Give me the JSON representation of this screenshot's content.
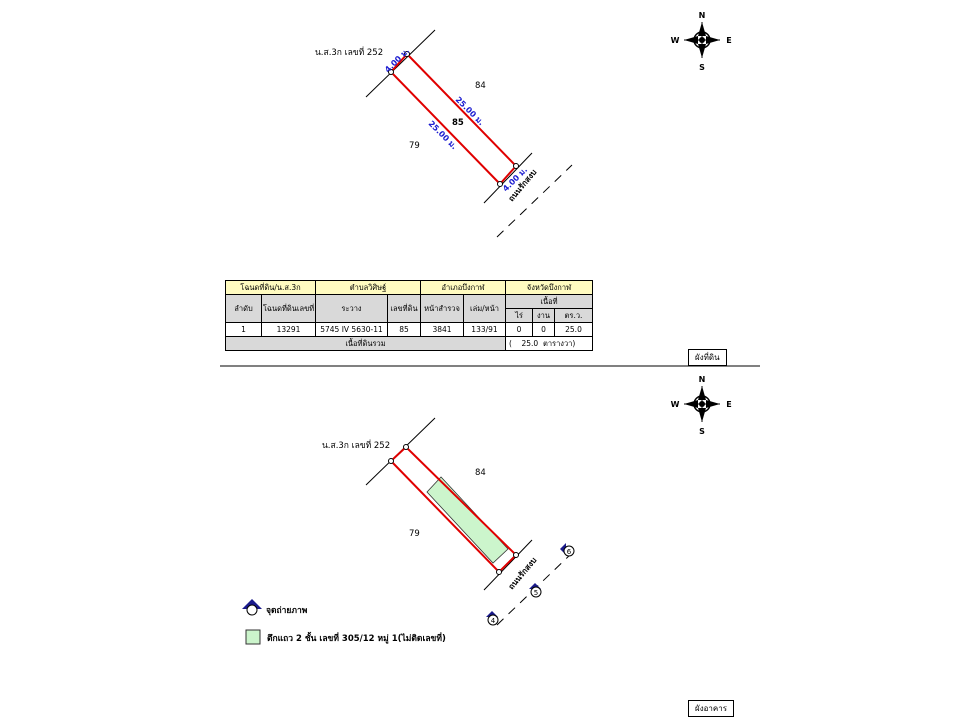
{
  "plan_land": {
    "neighbor_label": "น.ส.3ก เลขที่ 252",
    "parcel_no": "85",
    "adjacent_1": "84",
    "adjacent_2": "79",
    "side_long_1": "25.00 ม.",
    "side_long_2": "25.00 ม.",
    "side_short_1": "4.00 ม.",
    "side_short_2": "4.00 ม.",
    "road": "ถนนรักสงบ",
    "caption": "ผังที่ดิน"
  },
  "compass": {
    "n": "N",
    "s": "S",
    "e": "E",
    "w": "W"
  },
  "table": {
    "h_deed": "โฉนดที่ดิน/น.ส.3ก",
    "h_subdistrict": "ตำบลวิศิษฐ์",
    "h_district": "อำเภอบึงกาฬ",
    "h_province": "จังหวัดบึงกาฬ",
    "c_order": "ลำดับ",
    "c_deed_no": "โฉนดที่ดินเลขที่",
    "c_sheet": "ระวาง",
    "c_land_no": "เลขที่ดิน",
    "c_survey": "หน้าสำรวจ",
    "c_book": "เล่ม/หน้า",
    "c_area": "เนื้อที่",
    "c_rai": "ไร่",
    "c_ngan": "งาน",
    "c_wa": "ตร.ว.",
    "row": {
      "order": "1",
      "deed_no": "13291",
      "sheet": "5745 IV 5630-11",
      "land_no": "85",
      "survey": "3841",
      "book": "133/91",
      "rai": "0",
      "ngan": "0",
      "wa": "25.0"
    },
    "total_label": "เนื้อที่ดินรวม",
    "total_open": "(",
    "total_value": "25.0",
    "total_unit": "ตารางวา)"
  },
  "plan_building": {
    "neighbor_label": "น.ส.3ก เลขที่ 252",
    "adjacent_1": "84",
    "adjacent_2": "79",
    "road": "ถนนรักสงบ",
    "photo_points": [
      "4",
      "5",
      "6"
    ],
    "caption": "ผังอาคาร"
  },
  "legend": {
    "photo_point": "จุดถ่ายภาพ",
    "building": "ตึกแถว 2 ชั้น เลขที่ 305/12 หมู่ 1(ไม่ติดเลขที่)"
  },
  "colors": {
    "boundary": "#e00000",
    "dimension": "#1a1ad0",
    "building": "#ccf5cc",
    "marker": "#1a1a8c"
  }
}
